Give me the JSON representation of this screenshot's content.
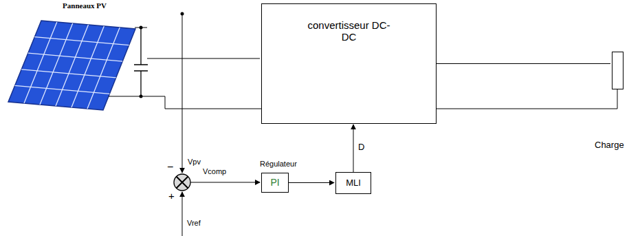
{
  "diagram": {
    "nodes": [
      {
        "text": [
          "Panneaux PV"
        ]
      },
      {
        "text": [
          "convertisseur DC-DC"
        ]
      },
      {
        "text": [
          "Charge"
        ]
      },
      {
        "text": [
          "Régulateur",
          "PI"
        ]
      },
      {
        "text": [
          "MLI"
        ]
      }
    ],
    "edges": [
      {
        "from": 0,
        "to": 1,
        "arrow": "none"
      },
      {
        "from": 1,
        "to": 2,
        "arrow": "none"
      },
      {
        "from": 3,
        "to": 4,
        "arrow": "to"
      },
      {
        "from": 4,
        "to": 1,
        "label": "D",
        "arrow": "to"
      }
    ],
    "labels": [
      "Vpv",
      "−",
      "Vcomp",
      "+",
      "Vref"
    ]
  }
}
